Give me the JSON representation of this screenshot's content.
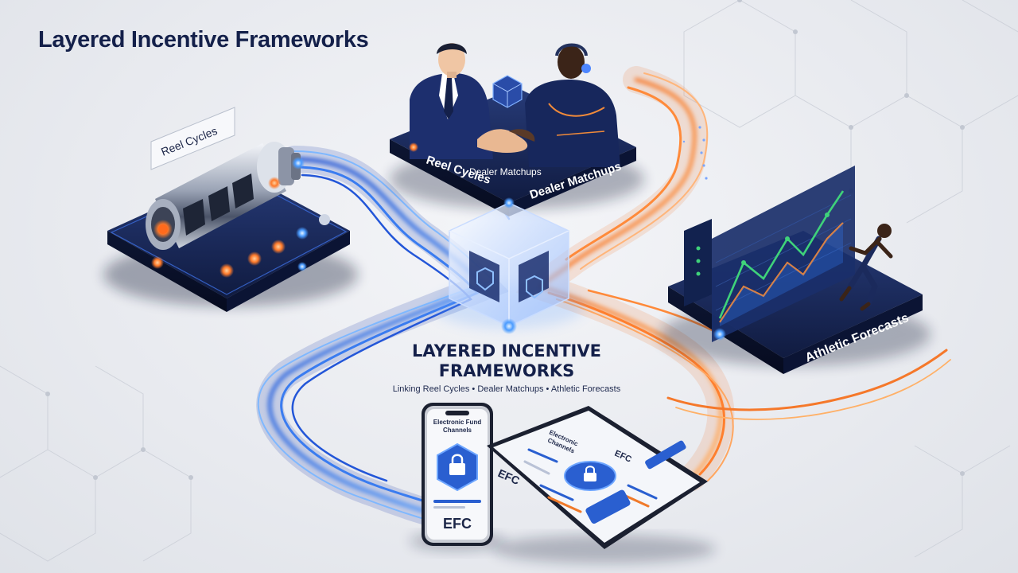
{
  "page": {
    "title": "Layered Incentive Frameworks"
  },
  "nodes": {
    "reel_cycles": {
      "tag": "Reel Cycles"
    },
    "dealer_matchups": {
      "labels": [
        "Reel Cycles",
        "Dealer Matchups",
        "Dealer Matchups"
      ]
    },
    "athletic_forecasts": {
      "label": "Athletic Forecasts"
    }
  },
  "hub": {
    "title_line1": "LAYERED INCENTIVE",
    "title_line2": "FRAMEWORKS",
    "subtitle": "Linking Reel Cycles • Dealer Matchups • Athletic Forecasts"
  },
  "devices": {
    "phone": {
      "header": [
        "Electronic Fund",
        "Channels"
      ],
      "brand": "EFC"
    },
    "tablet": {
      "header": [
        "Electronic",
        "Channels"
      ],
      "brand_left": "EFC",
      "brand_right": "EFC"
    }
  },
  "colors": {
    "navy": "#14204a",
    "blue_flow": "#2f6fe0",
    "orange_flow": "#f07a2a",
    "platform": "#1b2a5c",
    "chart_green": "#3fd27a"
  },
  "icons": [
    "slot-reel-icon",
    "handshake-icon",
    "dealer-headset-icon",
    "runner-icon",
    "hub-cube-icon",
    "shield-icon",
    "lock-icon",
    "line-chart-icon"
  ]
}
